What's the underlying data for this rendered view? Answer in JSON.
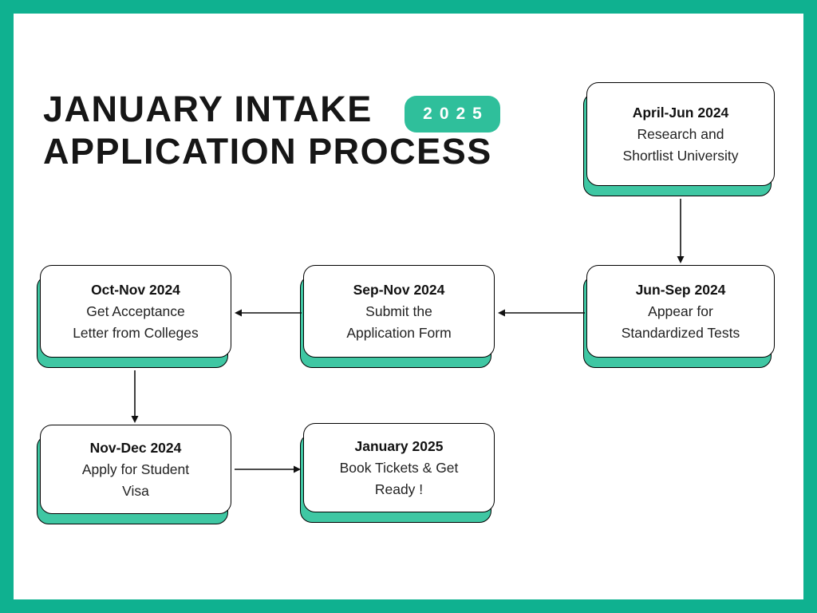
{
  "title": {
    "line1": "JANUARY INTAKE",
    "line2": "APPLICATION PROCESS",
    "badge": "2025"
  },
  "steps": [
    {
      "date": "April-Jun 2024",
      "lines": [
        "Research and",
        "Shortlist University"
      ]
    },
    {
      "date": "Jun-Sep 2024",
      "lines": [
        "Appear for",
        "Standardized Tests"
      ]
    },
    {
      "date": "Sep-Nov 2024",
      "lines": [
        "Submit the",
        "Application Form"
      ]
    },
    {
      "date": "Oct-Nov 2024",
      "lines": [
        "Get Acceptance",
        "Letter from Colleges"
      ]
    },
    {
      "date": "Nov-Dec 2024",
      "lines": [
        "Apply for Student",
        "Visa"
      ]
    },
    {
      "date": "January 2025",
      "lines": [
        "Book Tickets & Get",
        "Ready !"
      ]
    }
  ],
  "colors": {
    "frame": "#0fb190",
    "badge_bg": "#2fbf9b",
    "card_shadow": "#3fc7a3",
    "text": "#111111"
  }
}
